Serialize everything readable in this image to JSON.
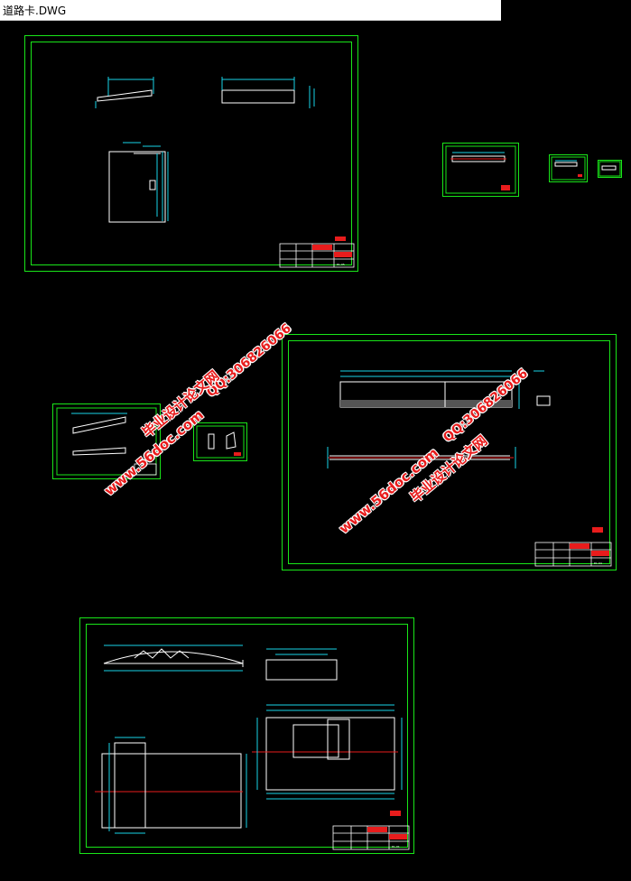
{
  "window": {
    "title": "道路卡.DWG"
  },
  "watermarks": {
    "site_left": "www.56doc.com",
    "qq_left": "QQ:306826066",
    "name_left": "毕业设计论文网",
    "site_right": "www.56doc.com",
    "qq_right": "QQ:306826066",
    "name_right": "毕业设计论文网"
  },
  "sheets": {
    "sheet1": {
      "code": "DL-05"
    },
    "sheet2": {
      "code": "DL-04"
    },
    "sheet3": {
      "code": "DL-01"
    }
  },
  "colors": {
    "border": "#19e619",
    "geometry": "#ffffff",
    "dimension": "#19d3e8",
    "centerline": "#e81c1c",
    "background": "#000000"
  }
}
